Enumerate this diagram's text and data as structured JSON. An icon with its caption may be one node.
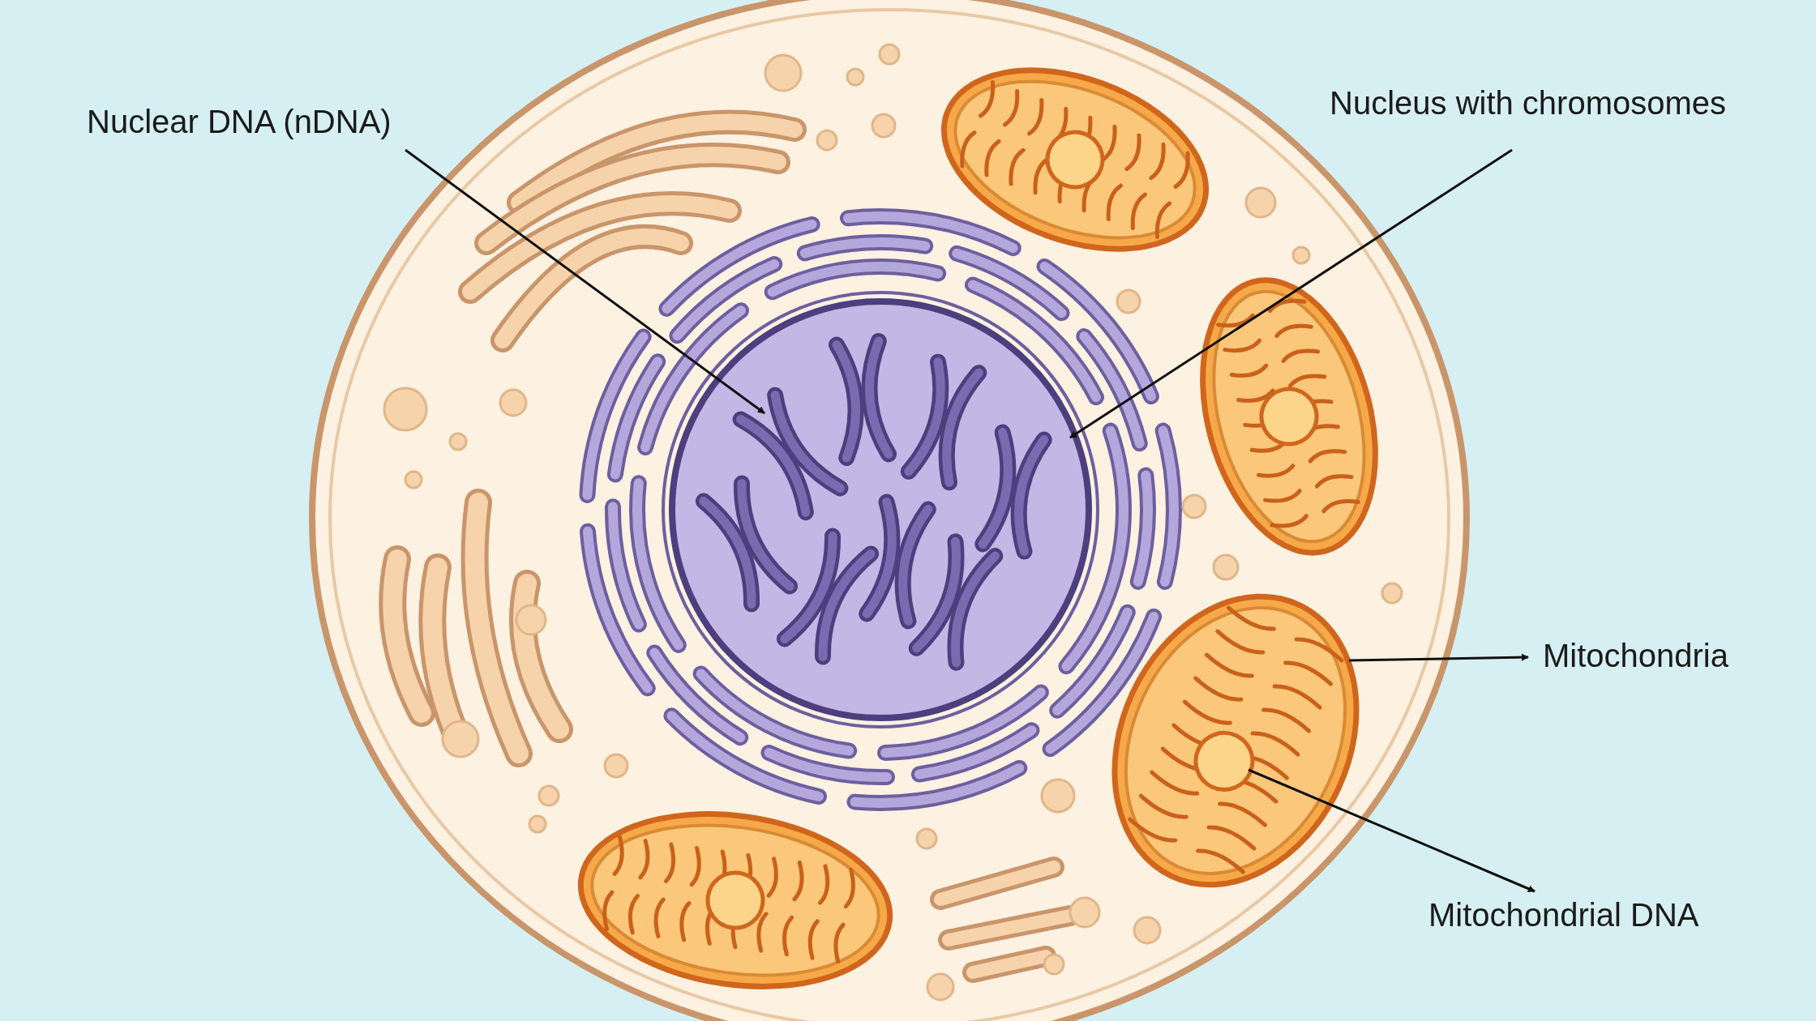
{
  "diagram": {
    "nodes": [
      {
        "text": [
          "Nuclear DNA (nDNA)"
        ]
      },
      {
        "text": [
          "Nucleus with chromosomes"
        ]
      },
      {
        "text": [],
        "shape": "picture",
        "in": 3
      },
      {
        "text": [],
        "shape": "circle"
      },
      {
        "text": [
          "Mitochondria"
        ]
      },
      {
        "text": [
          "Mitochondrial DNA"
        ]
      },
      {
        "text": [],
        "shape": "picture"
      },
      {
        "text": [],
        "shape": "circle",
        "in": 6
      }
    ],
    "edges": [
      {
        "from": 0,
        "to": 2,
        "arrow": "to"
      },
      {
        "from": 1,
        "to": 3,
        "arrow": "to"
      },
      {
        "from": 6,
        "to": 4,
        "arrow": "to"
      },
      {
        "from": 7,
        "to": 5,
        "arrow": "to"
      }
    ]
  }
}
